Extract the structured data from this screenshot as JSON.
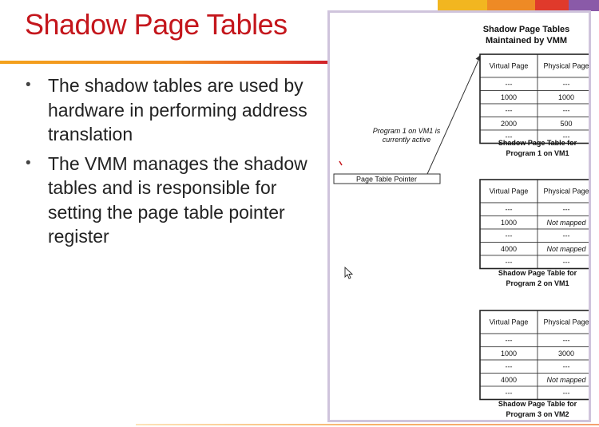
{
  "slide": {
    "title": "Shadow Page Tables",
    "bullets": [
      "The shadow tables are used by hardware in performing address translation",
      "The VMM manages the shadow tables and is responsible for setting the page table pointer register"
    ]
  },
  "diagram": {
    "heading_line1": "Shadow Page Tables",
    "heading_line2": "Maintained by VMM",
    "annotation_line1": "Program 1 on VM1 is",
    "annotation_line2": "currently active",
    "pointer_label": "Page Table Pointer",
    "tables": [
      {
        "headers": [
          "Virtual Page",
          "Physical Page"
        ],
        "rows": [
          [
            "---",
            "---"
          ],
          [
            "1000",
            "1000"
          ],
          [
            "---",
            "---"
          ],
          [
            "2000",
            "500"
          ],
          [
            "---",
            "---"
          ]
        ],
        "caption_line1": "Shadow Page Table for",
        "caption_line2": "Program 1 on VM1"
      },
      {
        "headers": [
          "Virtual Page",
          "Physical Page"
        ],
        "rows": [
          [
            "---",
            "---"
          ],
          [
            "1000",
            "Not mapped"
          ],
          [
            "---",
            "---"
          ],
          [
            "4000",
            "Not mapped"
          ],
          [
            "---",
            "---"
          ]
        ],
        "caption_line1": "Shadow Page Table for",
        "caption_line2": "Program 2 on VM1"
      },
      {
        "headers": [
          "Virtual Page",
          "Physical Page"
        ],
        "rows": [
          [
            "---",
            "---"
          ],
          [
            "1000",
            "3000"
          ],
          [
            "---",
            "---"
          ],
          [
            "4000",
            "Not mapped"
          ],
          [
            "---",
            "---"
          ]
        ],
        "caption_line1": "Shadow Page Table for",
        "caption_line2": "Program 3 on VM2"
      }
    ]
  },
  "colors": {
    "title": "#c4161c",
    "accent_orange": "#f18a21",
    "accent_red": "#cf1f2a",
    "stripe_yellow": "#f2b620",
    "stripe_orange": "#ee8a25",
    "stripe_red": "#e03a2b",
    "stripe_purple": "#8a5aa8",
    "frame": "#cfc4dc"
  },
  "icons": {
    "cursor": "mouse-pointer-icon"
  }
}
